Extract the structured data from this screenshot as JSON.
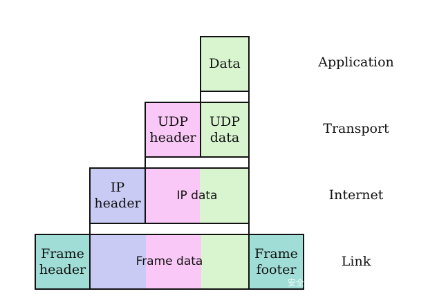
{
  "colors": {
    "data_green": "#d8f5cf",
    "udp_pink": "#f9c8f6",
    "ip_blue": "#c9cbf5",
    "frame_teal": "#a0ddd6",
    "outline": "#111111"
  },
  "layers": {
    "application": "Application",
    "transport": "Transport",
    "internet": "Internet",
    "link": "Link"
  },
  "application_layer": {
    "data": "Data"
  },
  "transport_layer": {
    "udp_header": [
      "UDP",
      "header"
    ],
    "udp_data": [
      "UDP",
      "data"
    ]
  },
  "internet_layer": {
    "ip_header": [
      "IP",
      "header"
    ],
    "ip_data": "IP data"
  },
  "link_layer": {
    "frame_header": [
      "Frame",
      "header"
    ],
    "frame_data": "Frame data",
    "frame_footer": [
      "Frame",
      "footer"
    ]
  },
  "watermark": "安全"
}
